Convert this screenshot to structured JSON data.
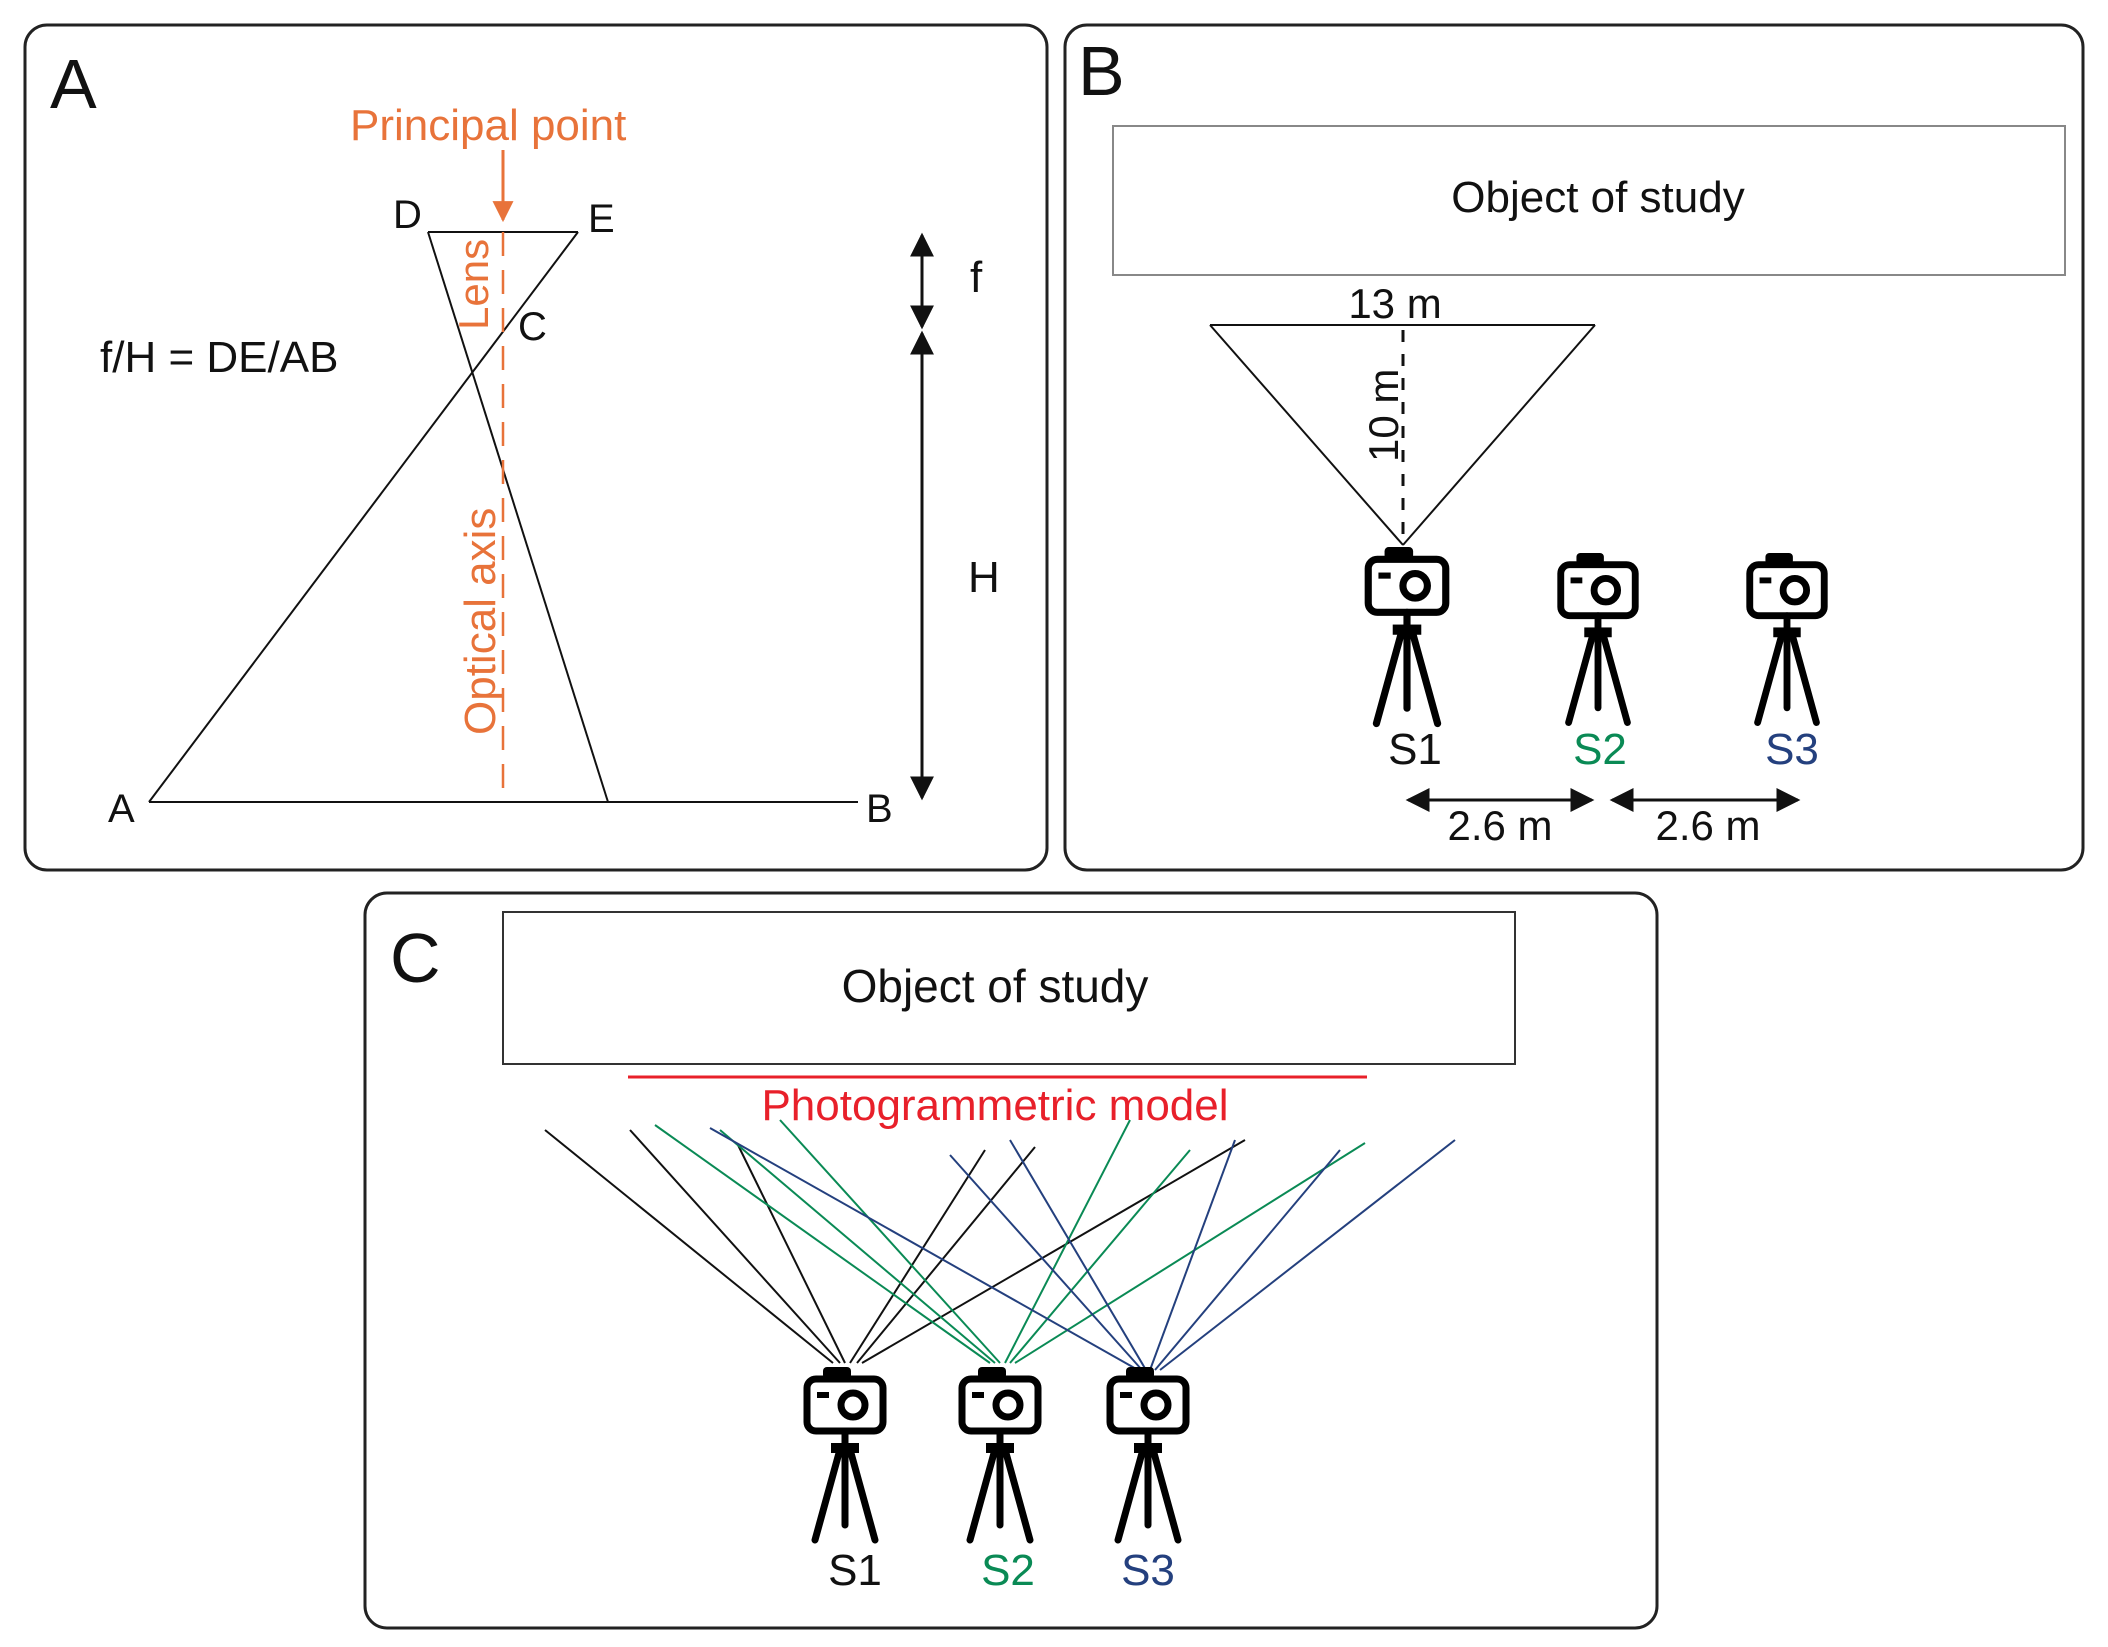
{
  "panel_a": {
    "letter": "A",
    "principal_point": "Principal point",
    "point_d": "D",
    "point_e": "E",
    "point_c": "C",
    "point_a": "A",
    "point_b": "B",
    "lens": "Lens",
    "formula": "f/H = DE/AB",
    "optical_axis": "Optical axis",
    "f_label": "f",
    "h_label": "H"
  },
  "panel_b": {
    "letter": "B",
    "object": "Object of study",
    "width_label": "13 m",
    "depth_label": "10 m",
    "stations": [
      {
        "label": "S1",
        "color": "#000000"
      },
      {
        "label": "S2",
        "color": "#0a8a55"
      },
      {
        "label": "S3",
        "color": "#24407e"
      }
    ],
    "spacing_1": "2.6 m",
    "spacing_2": "2.6 m"
  },
  "panel_c": {
    "letter": "C",
    "object": "Object of study",
    "model_label": "Photogrammetric model",
    "model_color": "#e8202a",
    "stations": [
      {
        "label": "S1",
        "color": "#000000"
      },
      {
        "label": "S2",
        "color": "#0a8a55"
      },
      {
        "label": "S3",
        "color": "#24407e"
      }
    ]
  },
  "icons": [
    "camera-icon",
    "tripod-icon",
    "arrow-icon"
  ],
  "colors": {
    "orange": "#e8733a",
    "green": "#0a8a55",
    "navy": "#24407e",
    "red": "#e8202a"
  }
}
